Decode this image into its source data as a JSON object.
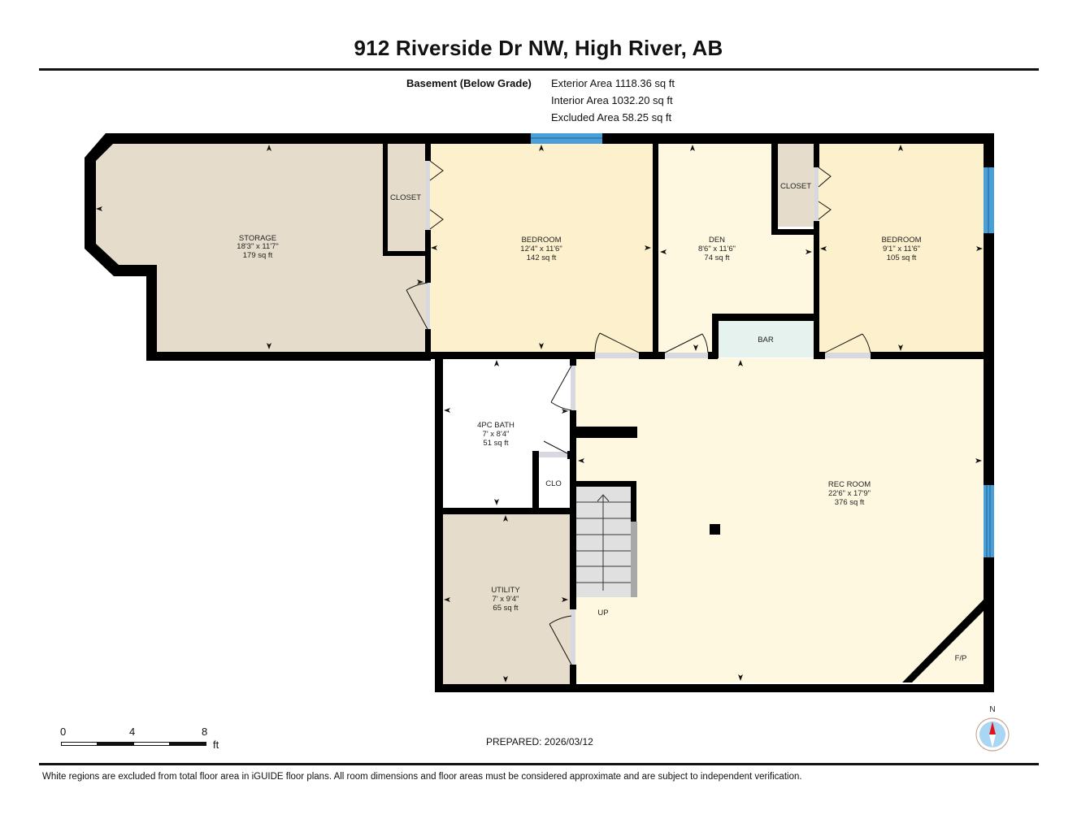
{
  "header": {
    "title": "912 Riverside Dr NW, High River, AB"
  },
  "areas": {
    "floor_label": "Basement (Below Grade)",
    "exterior": "Exterior Area 1118.36 sq ft",
    "interior": "Interior Area 1032.20 sq ft",
    "excluded": "Excluded Area 58.25 sq ft"
  },
  "rooms": {
    "storage": {
      "name": "STORAGE",
      "dims": "18'3\" x 11'7\"",
      "area": "179 sq ft",
      "color": "#e6dccb"
    },
    "closet_1": {
      "name": "CLOSET",
      "color": "#e6dccb"
    },
    "bedroom_1": {
      "name": "BEDROOM",
      "dims": "12'4\" x 11'6\"",
      "area": "142 sq ft",
      "color": "#fdf0cc"
    },
    "den": {
      "name": "DEN",
      "dims": "8'6\" x 11'6\"",
      "area": "74 sq ft",
      "color": "#fef8e1"
    },
    "closet_2": {
      "name": "CLOSET",
      "color": "#e6dccb"
    },
    "bedroom_2": {
      "name": "BEDROOM",
      "dims": "9'1\" x 11'6\"",
      "area": "105 sq ft",
      "color": "#fdf0cc"
    },
    "bar": {
      "name": "BAR",
      "color": "#e5f2ee"
    },
    "bath": {
      "name": "4PC BATH",
      "dims": "7' x 8'4\"",
      "area": "51 sq ft",
      "color": "#ffffff"
    },
    "clo": {
      "name": "CLO",
      "color": "#ffffff"
    },
    "utility": {
      "name": "UTILITY",
      "dims": "7' x 9'4\"",
      "area": "65 sq ft",
      "color": "#e6dccb"
    },
    "rec_room": {
      "name": "REC ROOM",
      "dims": "22'6\" x 17'9\"",
      "area": "376 sq ft",
      "color": "#fef8e1"
    },
    "stairs": {
      "label": "UP"
    },
    "fireplace": {
      "label": "F/P"
    }
  },
  "colors": {
    "wall": "#000000",
    "window": "#4a9fd8",
    "door_opening": "#d8d8e0",
    "stair": "#e0e0e0"
  },
  "scale_bar": {
    "ticks": [
      "0",
      "4",
      "8"
    ],
    "unit": "ft"
  },
  "prepared": "PREPARED: 2026/03/12",
  "compass": {
    "label": "N"
  },
  "footer": {
    "disclaimer": "White regions are excluded from total floor area in iGUIDE floor plans. All room dimensions and floor areas must be considered approximate and are subject to independent verification."
  }
}
